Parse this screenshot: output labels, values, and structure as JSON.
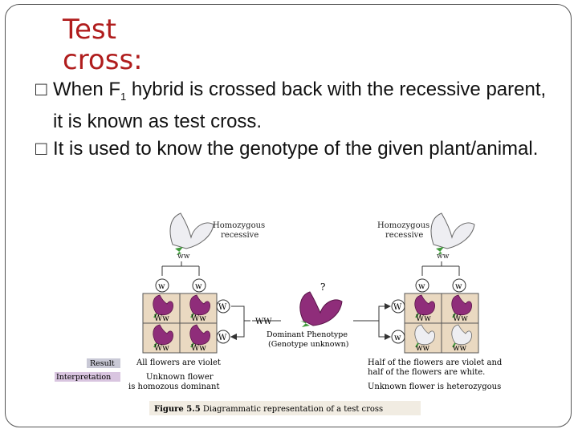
{
  "slide": {
    "title_line1": "Test",
    "title_line2": "cross:",
    "bullet_char": "",
    "bullets": [
      {
        "pre": "When F",
        "sub": "1",
        "post": " hybrid is crossed back with the recessive parent, it is  known as test cross."
      },
      {
        "pre": "It is used to know the genotype of the given plant/animal.",
        "sub": "",
        "post": ""
      }
    ]
  },
  "figure": {
    "left_parent_label_1": "Homozygous",
    "left_parent_label_2": "recessive",
    "right_parent_label_1": "Homozygous",
    "right_parent_label_2": "recessive",
    "recessive_genotype_left": "ww",
    "recessive_genotype_right": "ww",
    "gamete_w": "w",
    "gamete_W": "W",
    "cell_Ww": "Ww",
    "cell_ww": "ww",
    "unknown_mark": "?",
    "ww_arrow_label": "WW",
    "dominant_phenotype_1": "Dominant Phenotype",
    "dominant_phenotype_2": "(Genotype unknown)",
    "result_label": "Result",
    "interpretation_label": "Interpretation",
    "result_left": "All flowers are violet",
    "interp_left_1": "Unknown flower",
    "interp_left_2": "is homozous dominant",
    "result_right_1": "Half of the flowers are violet and",
    "result_right_2": "half of the flowers are white.",
    "interp_right": "Unknown flower is heterozygous",
    "caption_bold": "Figure 5.5",
    "caption_text": " Diagrammatic representation of a test cross",
    "colors": {
      "violet": "#8f2d7a",
      "white_flower": "#e6e6ea",
      "stem": "#3f9a3a",
      "grid_fill": "#ead9c1",
      "label_box": "#c9c9d6",
      "interp_box": "#d9c5e0"
    }
  }
}
